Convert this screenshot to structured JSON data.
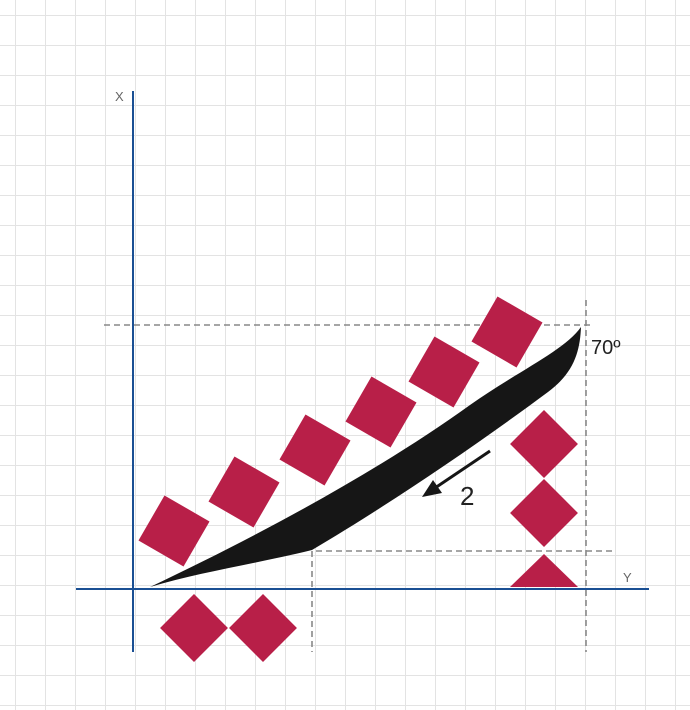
{
  "labels": {
    "x_axis": "X",
    "y_axis": "Y",
    "angle": "70º",
    "arrow_number": "2"
  },
  "colors": {
    "axis": "#1a4f93",
    "block": "#b81f48",
    "blade": "#161616",
    "guide": "#888888"
  }
}
